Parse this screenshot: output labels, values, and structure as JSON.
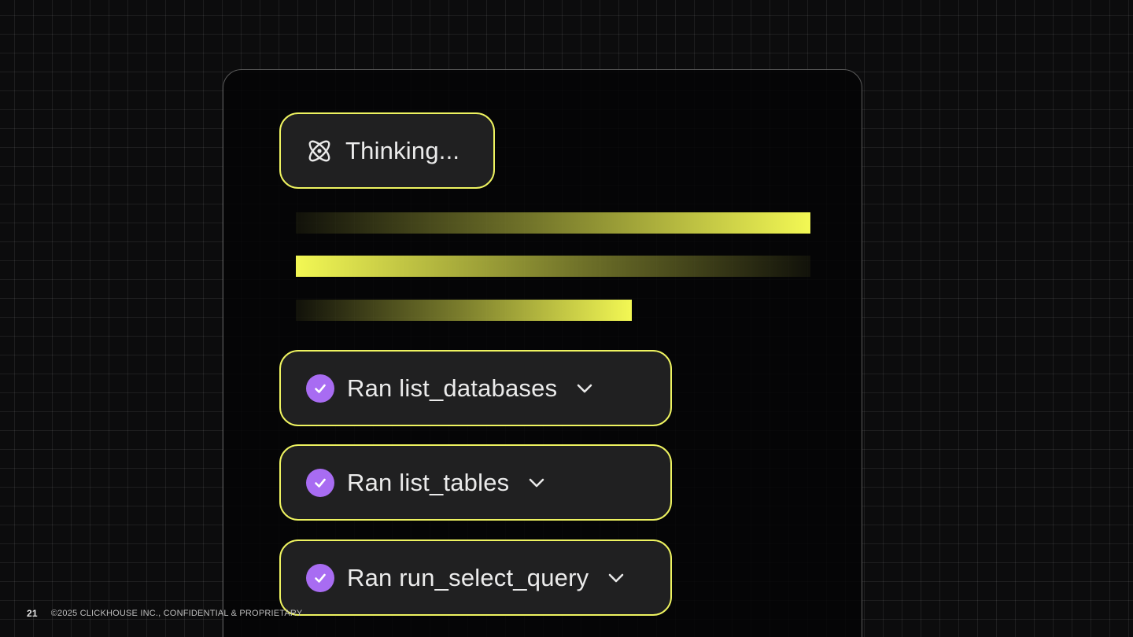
{
  "thinking": {
    "label": "Thinking...",
    "icon": "atom-icon"
  },
  "progress_bars": {
    "count_visible": 3
  },
  "tool_calls": [
    {
      "label": "Ran list_databases",
      "status_icon": "check-icon",
      "expand_icon": "chevron-down-icon"
    },
    {
      "label": "Ran list_tables",
      "status_icon": "check-icon",
      "expand_icon": "chevron-down-icon"
    },
    {
      "label": "Ran run_select_query",
      "status_icon": "check-icon",
      "expand_icon": "chevron-down-icon"
    }
  ],
  "footer": {
    "page_number": "21",
    "copyright": "©2025 CLICKHOUSE INC., CONFIDENTIAL & PROPRIETARY"
  },
  "colors": {
    "accent_yellow": "#eef360",
    "check_purple": "#a86cf2",
    "chip_background": "#202021",
    "page_background": "#0c0c0d"
  }
}
